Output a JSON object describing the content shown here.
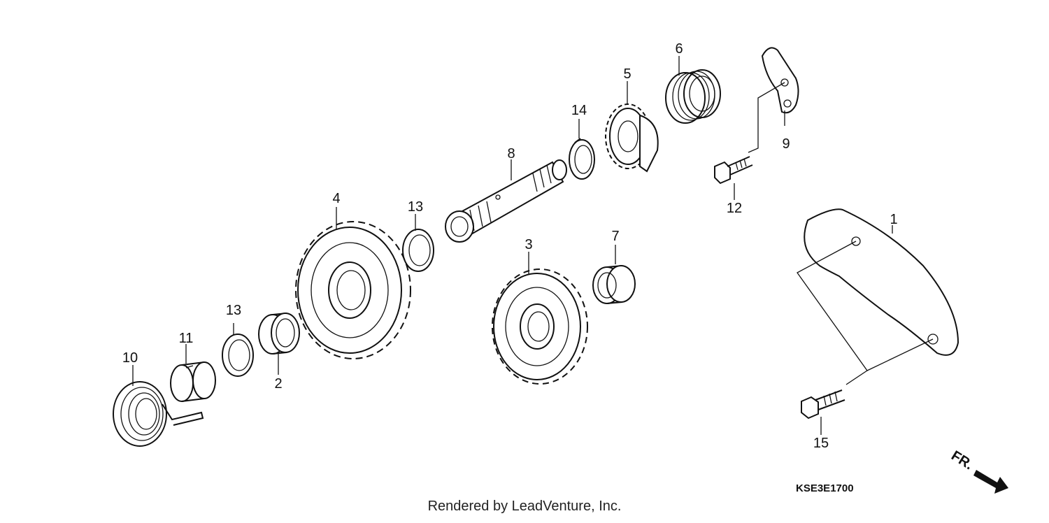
{
  "diagram": {
    "drawing_code": "KSE3E1700",
    "credit": "Rendered by LeadVenture, Inc.",
    "direction_label": "FR.",
    "callouts": [
      "1",
      "2",
      "3",
      "4",
      "5",
      "6",
      "7",
      "8",
      "9",
      "10",
      "11",
      "12",
      "13",
      "13",
      "14",
      "15"
    ]
  }
}
